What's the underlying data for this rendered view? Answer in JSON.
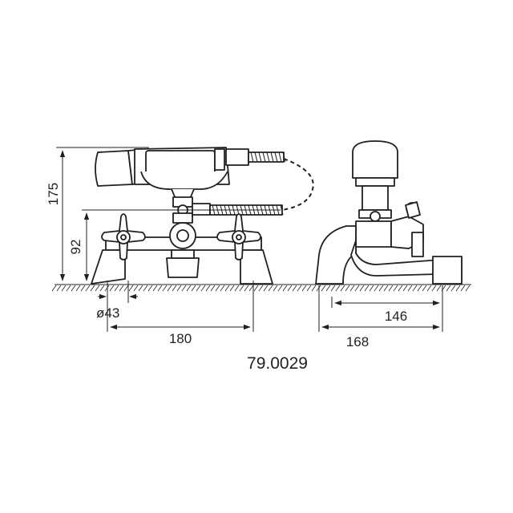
{
  "drawing": {
    "product_code": "79.0029",
    "dimensions": {
      "total_height": "175",
      "spout_height": "92",
      "pillar_diameter": "ø43",
      "centres": "180",
      "spout_projection": "146",
      "total_depth": "168"
    }
  }
}
